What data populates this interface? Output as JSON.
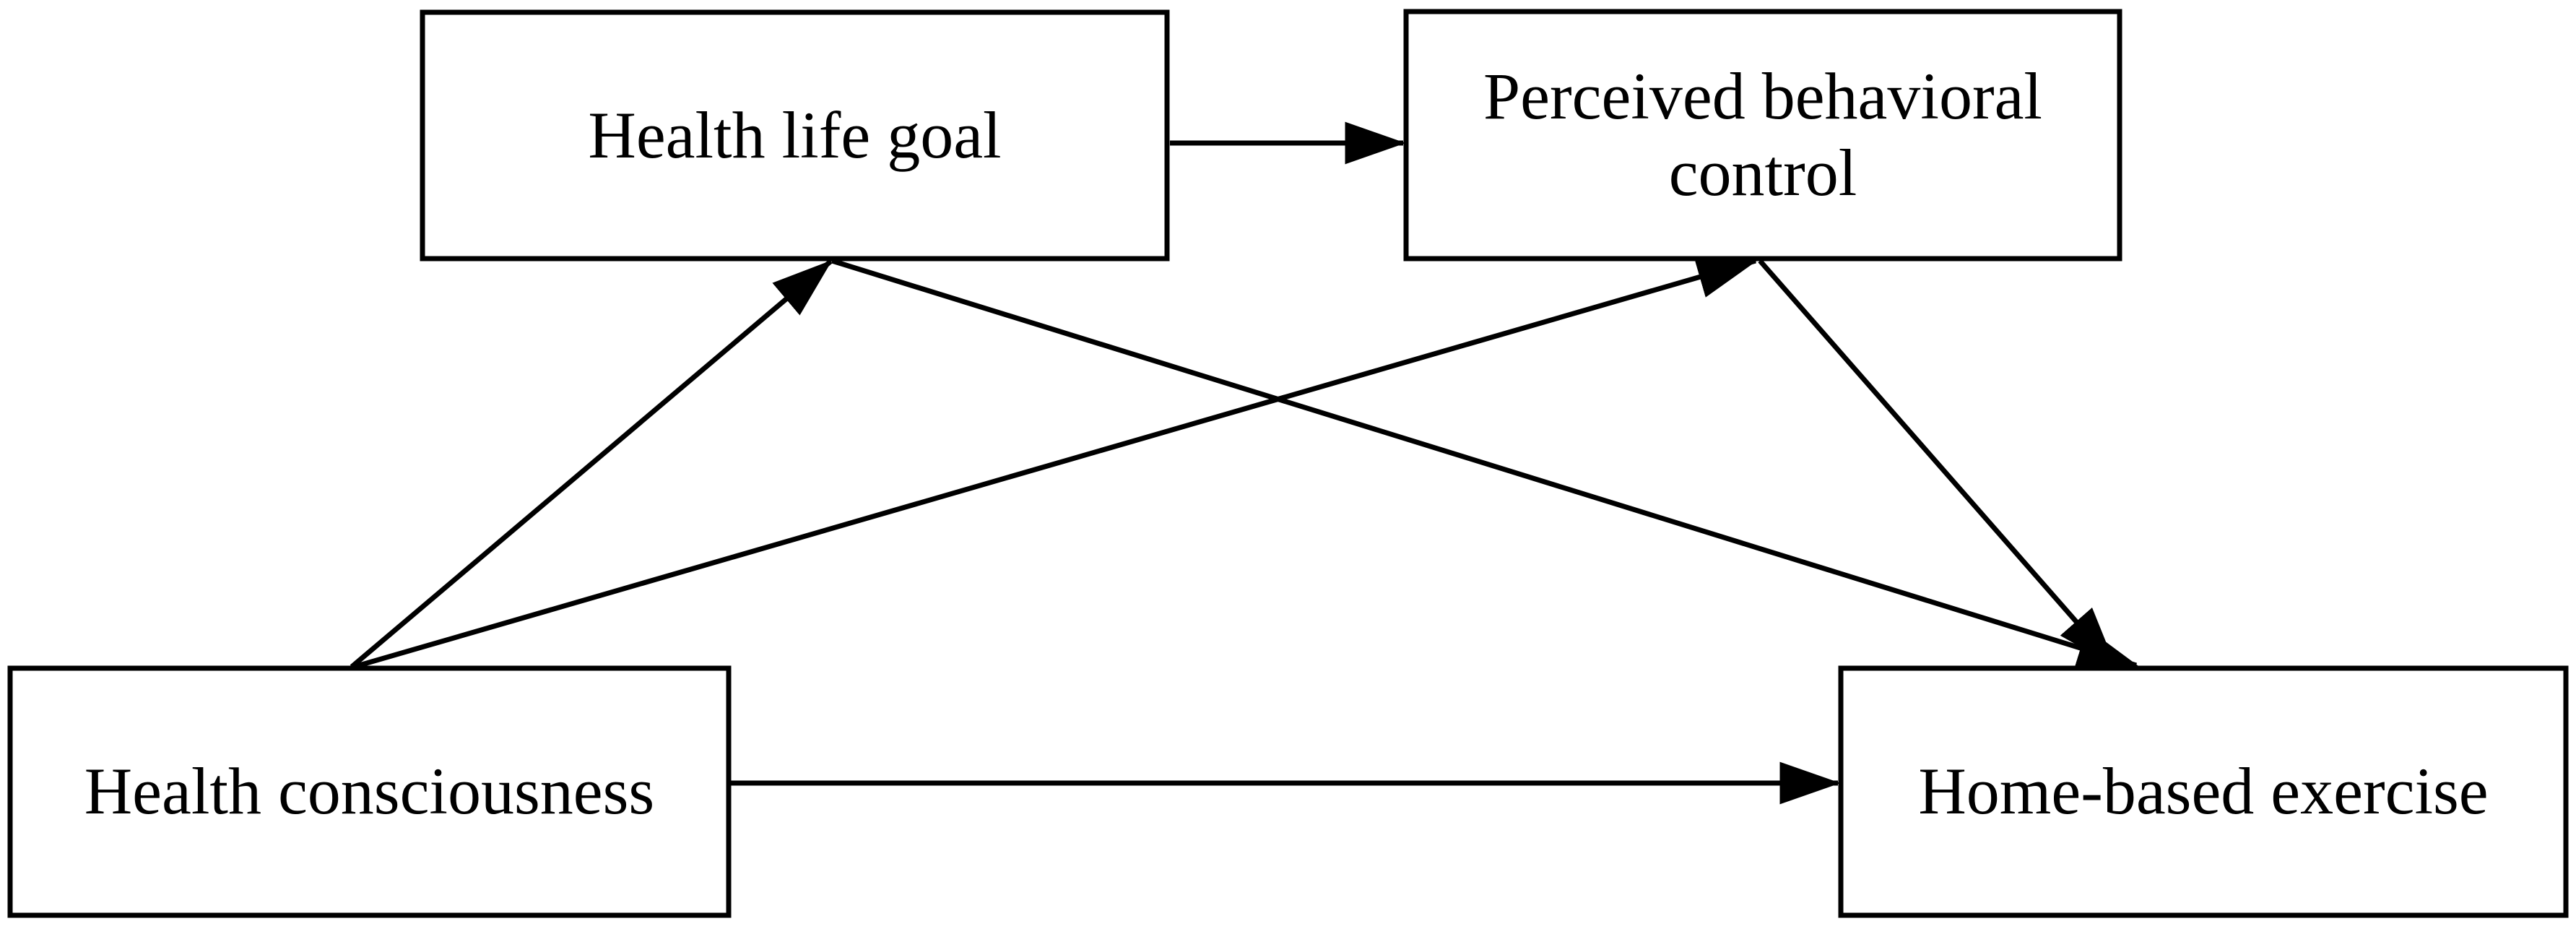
{
  "figure": {
    "background_color": "#ffffff",
    "stroke_color": "#000000",
    "nodes": [
      {
        "id": "health-life-goal",
        "label": "Health life goal"
      },
      {
        "id": "perceived-behavioral-control",
        "label": "Perceived behavioral control"
      },
      {
        "id": "health-consciousness",
        "label": "Health consciousness"
      },
      {
        "id": "home-based-exercise",
        "label": "Home-based exercise"
      }
    ],
    "edges": [
      {
        "from": "health-life-goal",
        "to": "perceived-behavioral-control"
      },
      {
        "from": "health-consciousness",
        "to": "health-life-goal"
      },
      {
        "from": "health-consciousness",
        "to": "perceived-behavioral-control"
      },
      {
        "from": "health-consciousness",
        "to": "home-based-exercise"
      },
      {
        "from": "health-life-goal",
        "to": "home-based-exercise"
      },
      {
        "from": "perceived-behavioral-control",
        "to": "home-based-exercise"
      }
    ]
  }
}
